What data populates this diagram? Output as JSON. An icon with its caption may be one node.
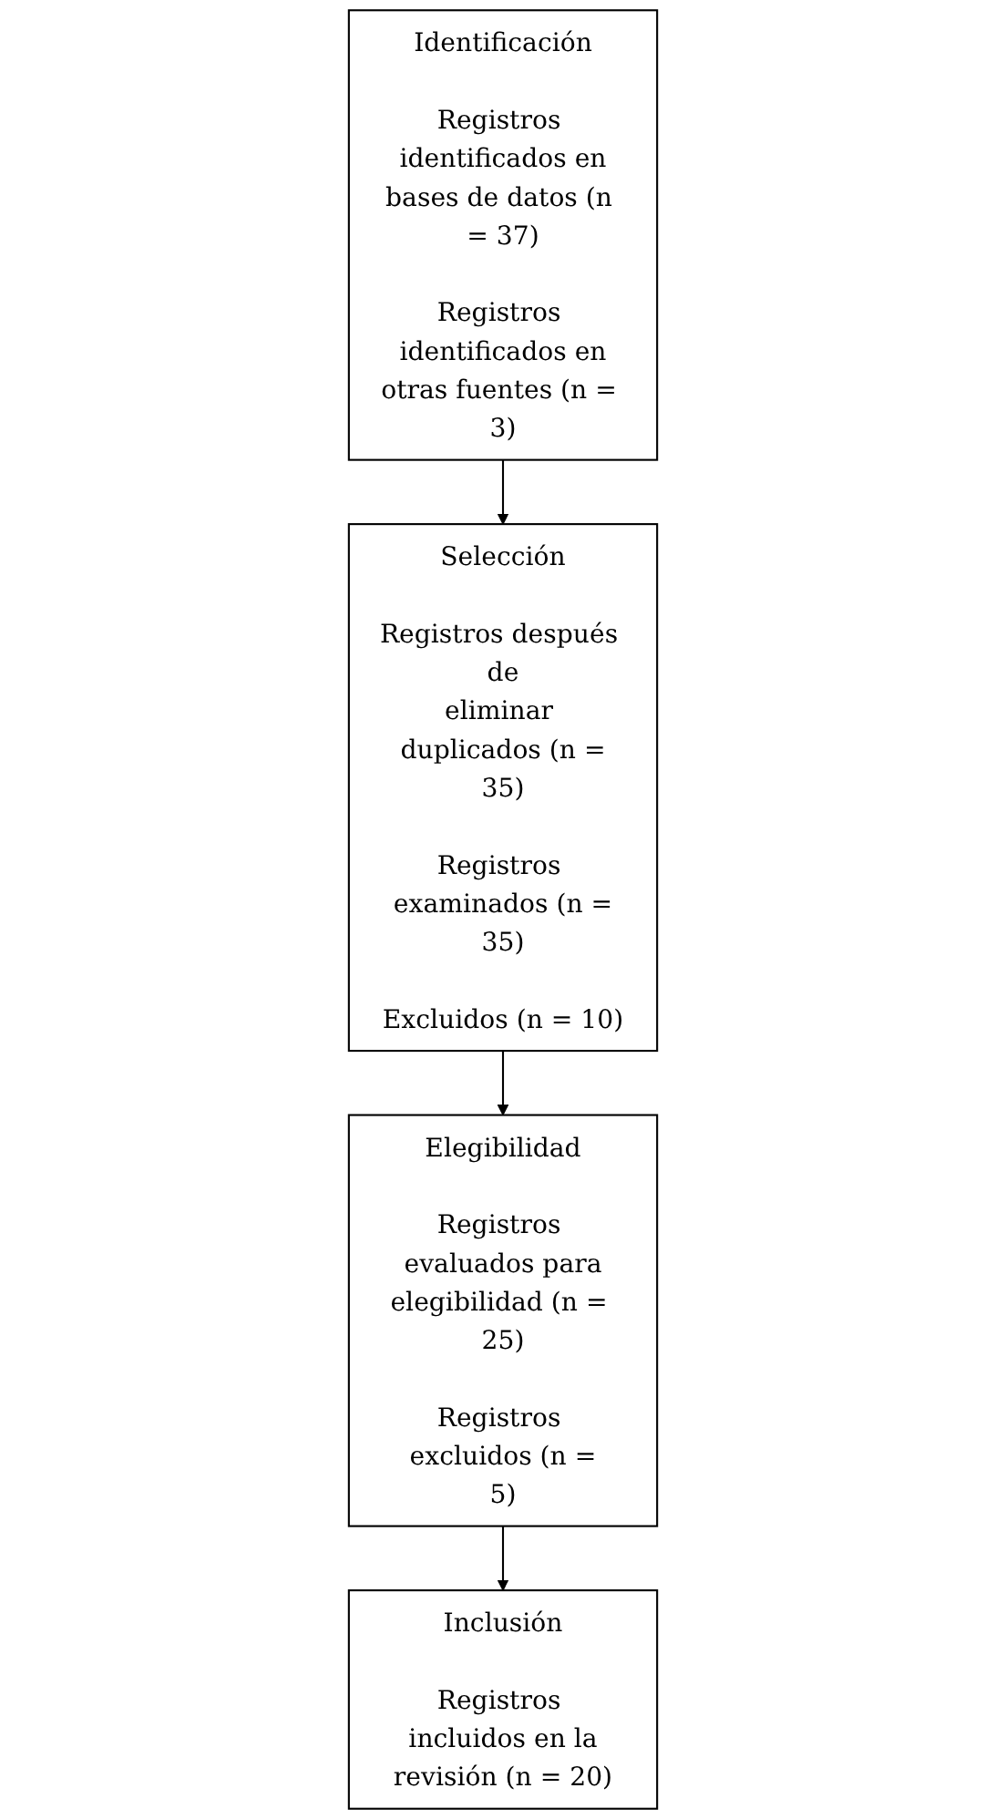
{
  "diagram": {
    "nodes": [
      {
        "text": [
          "Identificación",
          "Registros identificados en bases de datos (n = 37)",
          "Registros identificados en otras fuentes (n = 3)"
        ]
      },
      {
        "text": [
          "Selección",
          "Registros después de eliminar duplicados (n = 35)",
          "Registros examinados (n = 35)",
          "Excluidos (n = 10)"
        ]
      },
      {
        "text": [
          "Elegibilidad",
          "Registros evaluados para elegibilidad (n = 25)",
          "Registros excluidos (n = 5)"
        ]
      },
      {
        "text": [
          "Inclusión",
          "Registros incluidos en la revisión (n = 20)"
        ]
      }
    ],
    "edges": [
      {
        "from": 0,
        "to": 1,
        "arrow": "to"
      },
      {
        "from": 1,
        "to": 2,
        "arrow": "to"
      },
      {
        "from": 2,
        "to": 3,
        "arrow": "to"
      }
    ]
  }
}
